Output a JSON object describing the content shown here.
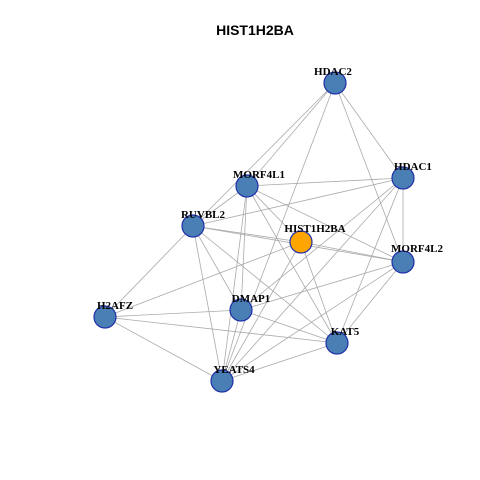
{
  "graph": {
    "title": "HIST1H2BA",
    "colors": {
      "node_default": "#4a7fb5",
      "node_focus": "#ffa500",
      "node_border": "#1f2fa8",
      "edge": "#aaaaaa"
    },
    "focus_node": "HIST1H2BA",
    "nodes": [
      {
        "id": "HDAC2",
        "label": "HDAC2"
      },
      {
        "id": "HDAC1",
        "label": "HDAC1"
      },
      {
        "id": "MORF4L1",
        "label": "MORF4L1"
      },
      {
        "id": "RUVBL2",
        "label": "RUVBL2"
      },
      {
        "id": "HIST1H2BA",
        "label": "HIST1H2BA"
      },
      {
        "id": "MORF4L2",
        "label": "MORF4L2"
      },
      {
        "id": "H2AFZ",
        "label": "H2AFZ"
      },
      {
        "id": "DMAP1",
        "label": "DMAP1"
      },
      {
        "id": "KAT5",
        "label": "KAT5"
      },
      {
        "id": "YEATS4",
        "label": "YEATS4"
      }
    ],
    "edges": [
      [
        "HDAC2",
        "MORF4L1"
      ],
      [
        "HDAC2",
        "RUVBL2"
      ],
      [
        "HDAC2",
        "HDAC1"
      ],
      [
        "HDAC2",
        "MORF4L2"
      ],
      [
        "HDAC2",
        "YEATS4"
      ],
      [
        "HDAC1",
        "MORF4L1"
      ],
      [
        "HDAC1",
        "RUVBL2"
      ],
      [
        "HDAC1",
        "MORF4L2"
      ],
      [
        "HDAC1",
        "DMAP1"
      ],
      [
        "HDAC1",
        "KAT5"
      ],
      [
        "HDAC1",
        "YEATS4"
      ],
      [
        "MORF4L1",
        "RUVBL2"
      ],
      [
        "MORF4L1",
        "HIST1H2BA"
      ],
      [
        "MORF4L1",
        "MORF4L2"
      ],
      [
        "MORF4L1",
        "DMAP1"
      ],
      [
        "MORF4L1",
        "KAT5"
      ],
      [
        "MORF4L1",
        "YEATS4"
      ],
      [
        "RUVBL2",
        "HIST1H2BA"
      ],
      [
        "RUVBL2",
        "MORF4L2"
      ],
      [
        "RUVBL2",
        "H2AFZ"
      ],
      [
        "RUVBL2",
        "DMAP1"
      ],
      [
        "RUVBL2",
        "KAT5"
      ],
      [
        "RUVBL2",
        "YEATS4"
      ],
      [
        "HIST1H2BA",
        "MORF4L2"
      ],
      [
        "HIST1H2BA",
        "H2AFZ"
      ],
      [
        "HIST1H2BA",
        "KAT5"
      ],
      [
        "HIST1H2BA",
        "YEATS4"
      ],
      [
        "MORF4L2",
        "DMAP1"
      ],
      [
        "MORF4L2",
        "KAT5"
      ],
      [
        "MORF4L2",
        "YEATS4"
      ],
      [
        "H2AFZ",
        "DMAP1"
      ],
      [
        "H2AFZ",
        "KAT5"
      ],
      [
        "H2AFZ",
        "YEATS4"
      ],
      [
        "DMAP1",
        "KAT5"
      ],
      [
        "DMAP1",
        "YEATS4"
      ],
      [
        "KAT5",
        "YEATS4"
      ]
    ]
  }
}
